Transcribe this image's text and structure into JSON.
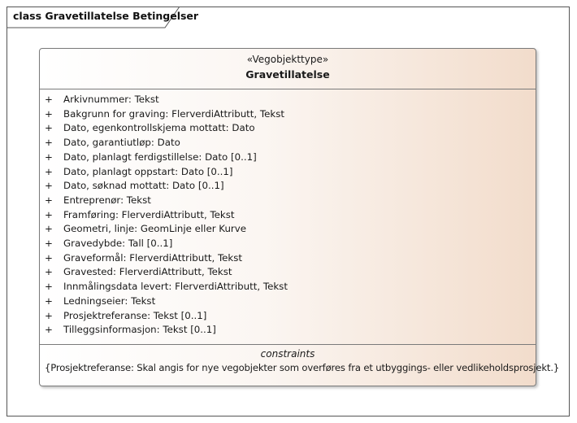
{
  "diagram": {
    "title": "class Gravetillatelse Betingelser"
  },
  "class": {
    "stereotype": "«Vegobjekttype»",
    "name": "Gravetillatelse",
    "attributes": [
      {
        "vis": "+",
        "text": "Arkivnummer: Tekst"
      },
      {
        "vis": "+",
        "text": "Bakgrunn for graving: FlerverdiAttributt, Tekst"
      },
      {
        "vis": "+",
        "text": "Dato, egenkontrollskjema mottatt: Dato"
      },
      {
        "vis": "+",
        "text": "Dato, garantiutløp: Dato"
      },
      {
        "vis": "+",
        "text": "Dato, planlagt ferdigstillelse: Dato [0..1]"
      },
      {
        "vis": "+",
        "text": "Dato, planlagt oppstart: Dato [0..1]"
      },
      {
        "vis": "+",
        "text": "Dato, søknad mottatt: Dato [0..1]"
      },
      {
        "vis": "+",
        "text": "Entreprenør: Tekst"
      },
      {
        "vis": "+",
        "text": "Framføring: FlerverdiAttributt, Tekst"
      },
      {
        "vis": "+",
        "text": "Geometri, linje: GeomLinje eller Kurve"
      },
      {
        "vis": "+",
        "text": "Gravedybde: Tall [0..1]"
      },
      {
        "vis": "+",
        "text": "Graveformål: FlerverdiAttributt, Tekst"
      },
      {
        "vis": "+",
        "text": "Gravested: FlerverdiAttributt, Tekst"
      },
      {
        "vis": "+",
        "text": "Innmålingsdata levert: FlerverdiAttributt, Tekst"
      },
      {
        "vis": "+",
        "text": "Ledningseier: Tekst"
      },
      {
        "vis": "+",
        "text": "Prosjektreferanse: Tekst [0..1]"
      },
      {
        "vis": "+",
        "text": "Tilleggsinformasjon: Tekst [0..1]"
      }
    ],
    "constraints": {
      "title": "constraints",
      "text": "{Prosjektreferanse: Skal angis for nye vegobjekter som overføres fra et utbyggings- eller vedlikeholdsprosjekt.}"
    }
  }
}
